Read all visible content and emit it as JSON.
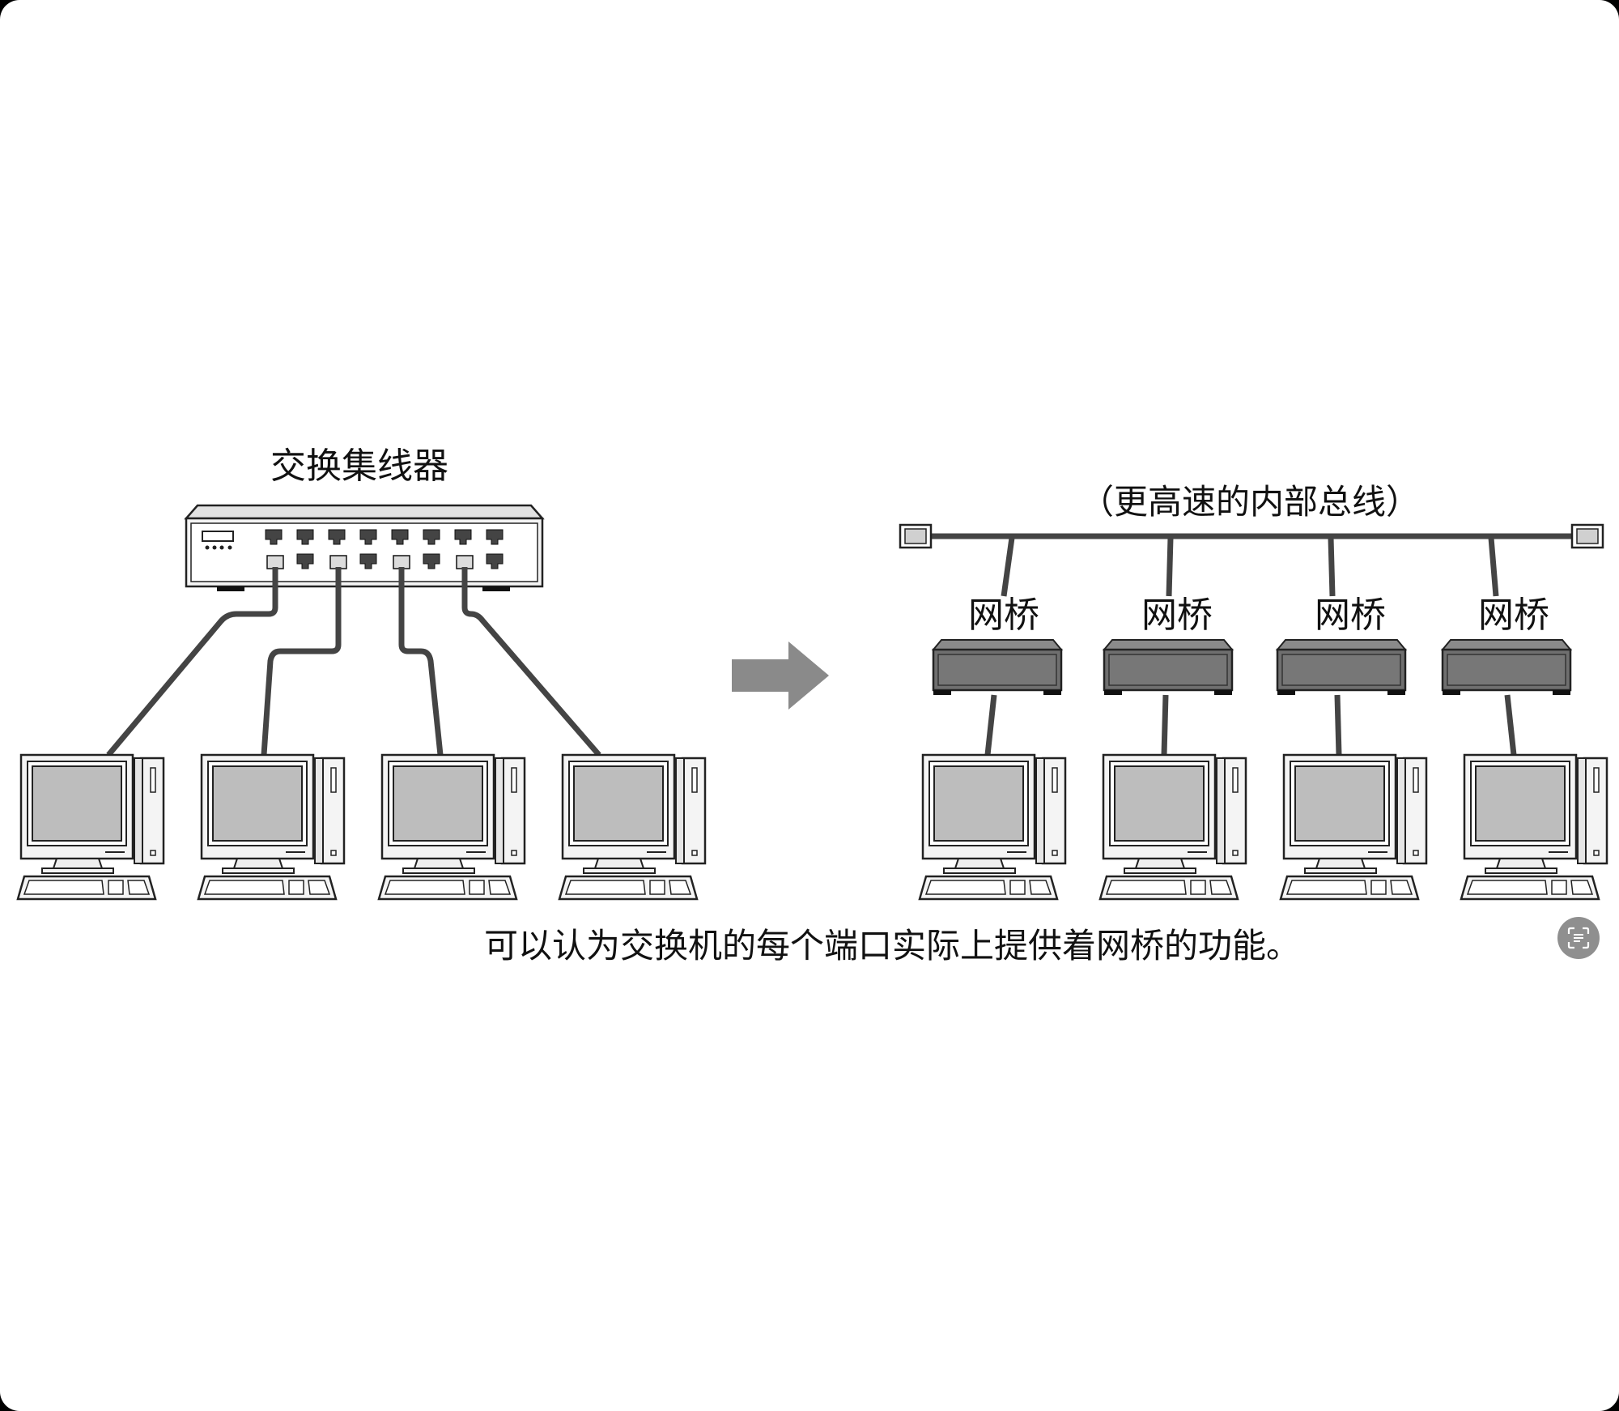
{
  "diagram": {
    "switch_label": "交换集线器",
    "bus_label": "（更高速的内部总线）",
    "bridge_label": "网桥",
    "caption": "可以认为交换机的每个端口实际上提供着网桥的功能。"
  },
  "icons": {
    "transform_arrow": "right-arrow-icon",
    "scan": "text-scan-icon"
  },
  "colors": {
    "background": "#ffffff",
    "cable": "#444444",
    "bridge_body": "#6f6f6f",
    "monitor_screen": "#bdbdbd",
    "arrow": "#8a8a8a"
  }
}
